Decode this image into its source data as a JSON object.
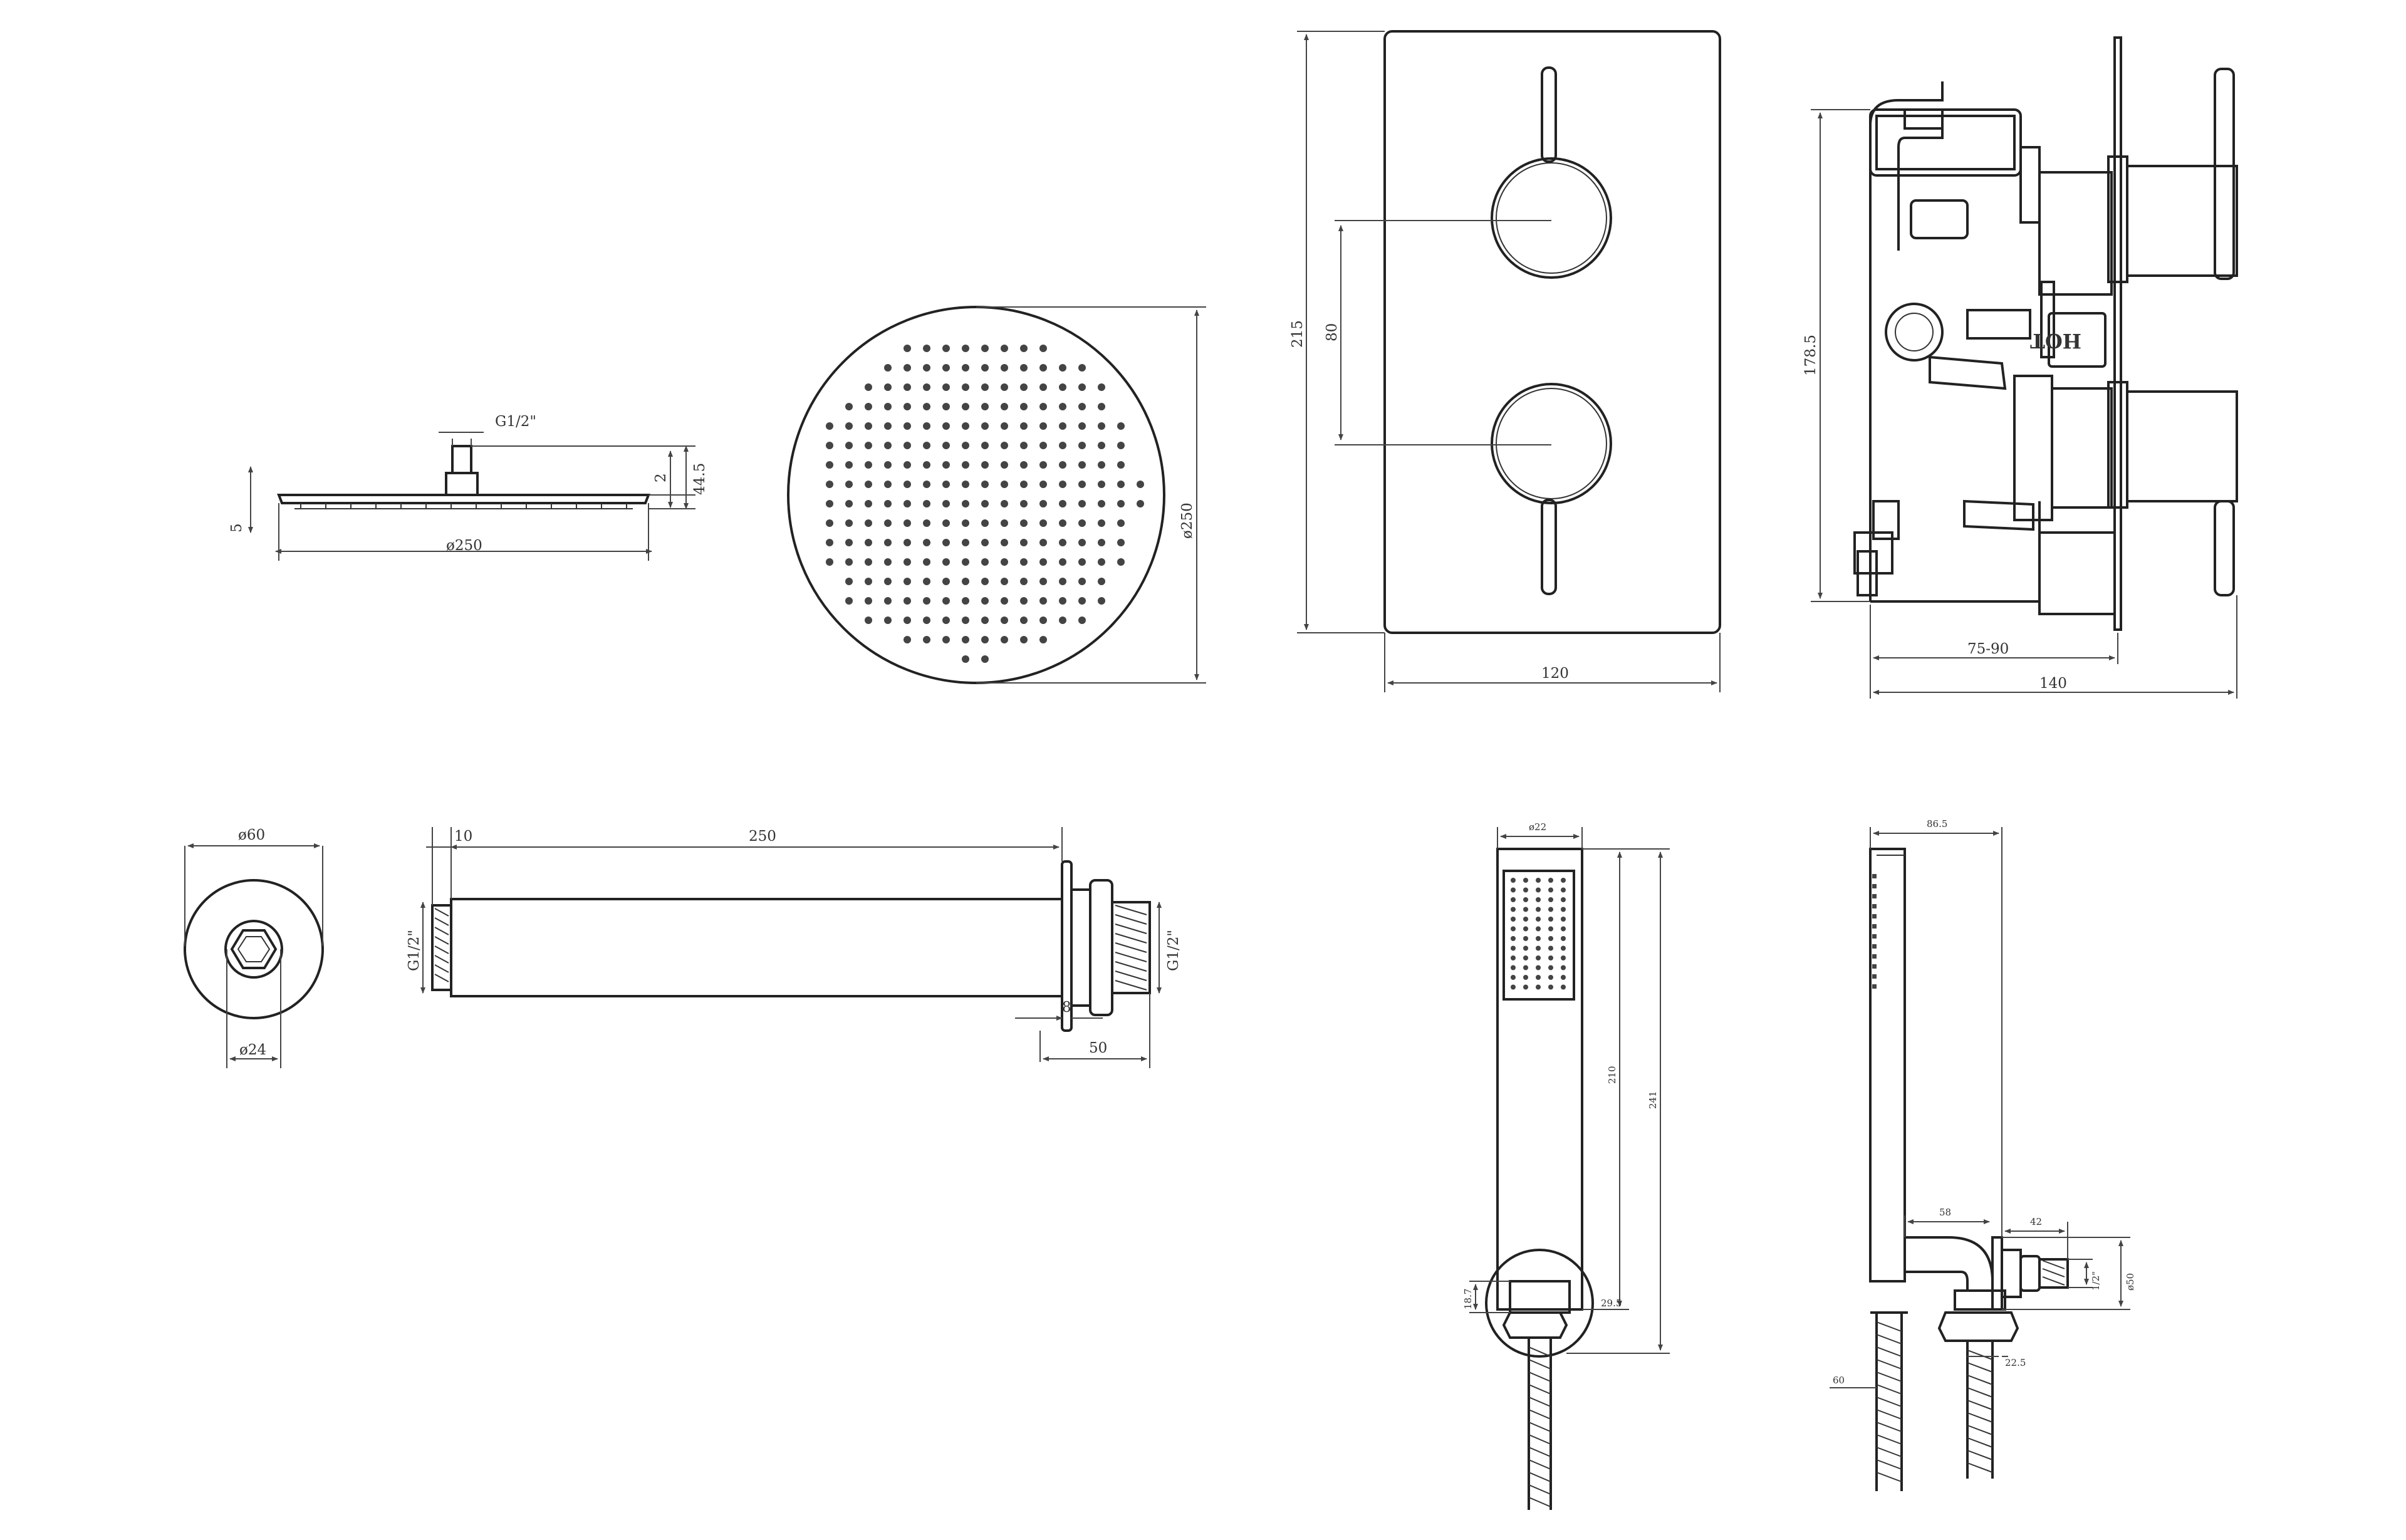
{
  "drawing": {
    "shower_head_side": {
      "thread": "G1/2\"",
      "diameter": "ø250",
      "thickness": "5",
      "height_small": "2",
      "height_total": "44.5"
    },
    "shower_head_top": {
      "diameter": "ø250"
    },
    "valve_front": {
      "height": "215",
      "centers": "80",
      "width": "120"
    },
    "valve_side": {
      "height": "178.5",
      "hot_label": "HOT",
      "depth_range": "75-90",
      "depth_total": "140"
    },
    "arm_end_view": {
      "flange": "ø60",
      "tube": "ø24"
    },
    "arm_side_view": {
      "offset": "10",
      "length": "250",
      "thread_left": "G1/2\"",
      "thread_right": "G1/2\"",
      "flange_thickness": "8",
      "thread_length": "50"
    },
    "handset_front": {
      "width": "ø22",
      "handle_length": "210",
      "total_length": "241",
      "outlet_size": "18.7",
      "bracket": "29.5"
    },
    "handset_side": {
      "width": "86.5",
      "arm_length": "58",
      "bracket_depth": "42",
      "thread": "1/2\"",
      "flange": "ø50",
      "nut": "22.5",
      "base": "60"
    }
  }
}
